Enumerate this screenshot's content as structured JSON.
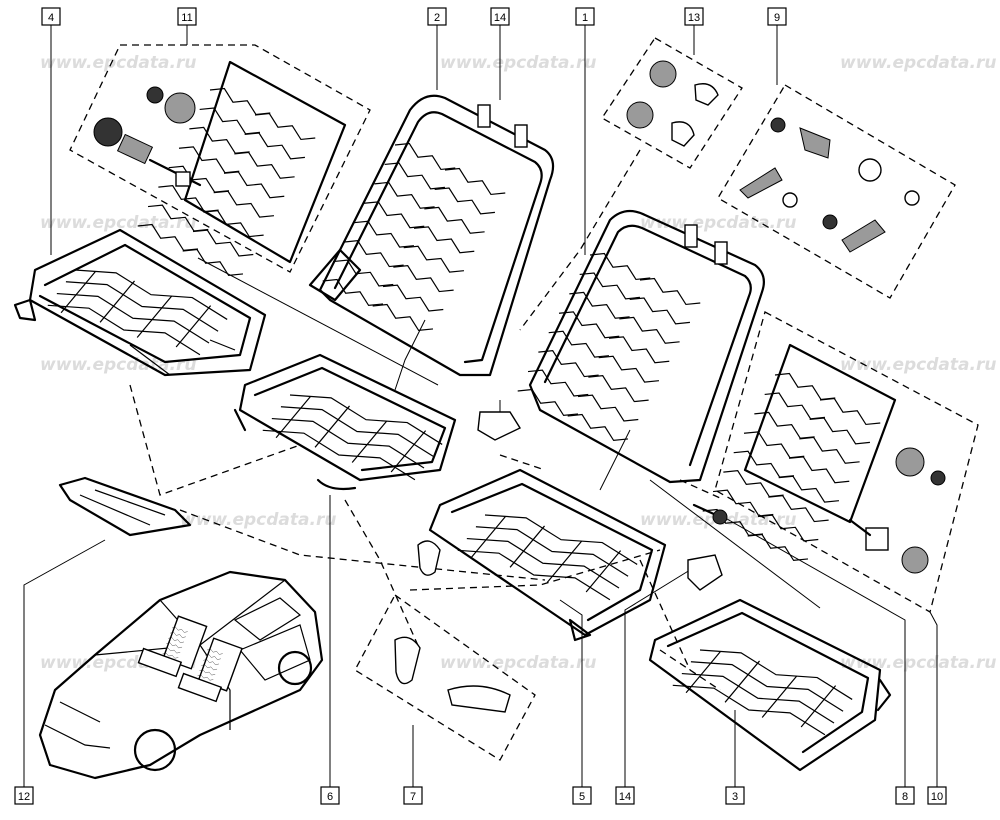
{
  "watermark": "www.epcdata.ru",
  "callouts": {
    "c1": "1",
    "c2": "2",
    "c3": "3",
    "c4": "4",
    "c5": "5",
    "c6": "6",
    "c7": "7",
    "c8": "8",
    "c9": "9",
    "c10": "10",
    "c11": "11",
    "c12": "12",
    "c13": "13",
    "c14a": "14",
    "c14b": "14"
  }
}
